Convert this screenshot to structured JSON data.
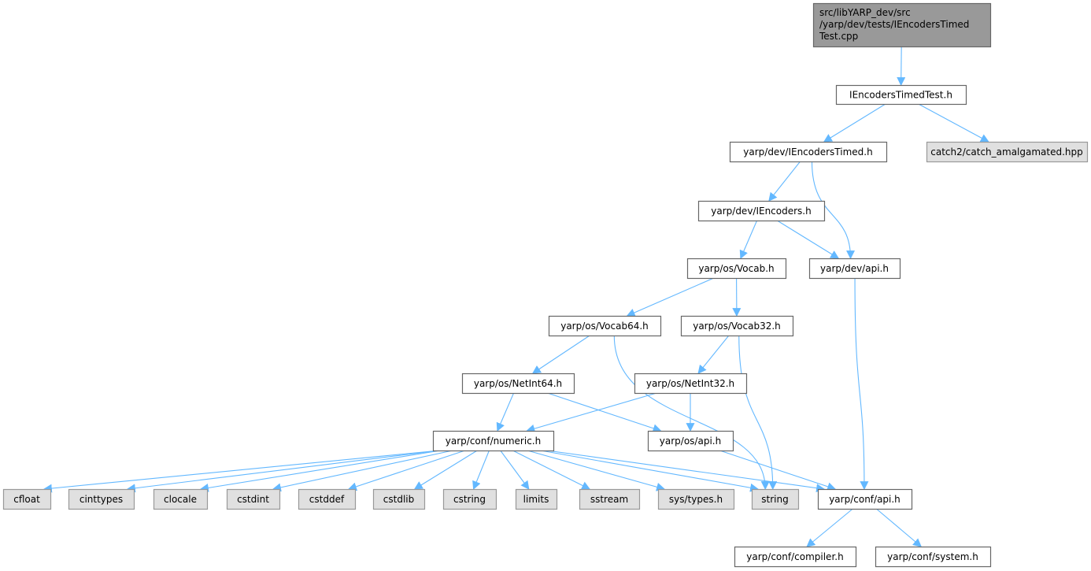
{
  "graph": {
    "title_lines": [
      "src/libYARP_dev/src",
      "/yarp/dev/tests/IEncodersTimed",
      "Test.cpp"
    ],
    "nodes": [
      {
        "id": "root",
        "label": "src/libYARP_dev/src/yarp/dev/tests/IEncodersTimedTest.cpp",
        "kind": "root"
      },
      {
        "id": "ietth",
        "label": "IEncodersTimedTest.h",
        "kind": "file"
      },
      {
        "id": "iet",
        "label": "yarp/dev/IEncodersTimed.h",
        "kind": "file"
      },
      {
        "id": "catch2",
        "label": "catch2/catch_amalgamated.hpp",
        "kind": "external"
      },
      {
        "id": "ienc",
        "label": "yarp/dev/IEncoders.h",
        "kind": "file"
      },
      {
        "id": "vocab",
        "label": "yarp/os/Vocab.h",
        "kind": "file"
      },
      {
        "id": "devapi",
        "label": "yarp/dev/api.h",
        "kind": "file"
      },
      {
        "id": "vocab64",
        "label": "yarp/os/Vocab64.h",
        "kind": "file"
      },
      {
        "id": "vocab32",
        "label": "yarp/os/Vocab32.h",
        "kind": "file"
      },
      {
        "id": "netint64",
        "label": "yarp/os/NetInt64.h",
        "kind": "file"
      },
      {
        "id": "netint32",
        "label": "yarp/os/NetInt32.h",
        "kind": "file"
      },
      {
        "id": "numeric",
        "label": "yarp/conf/numeric.h",
        "kind": "file"
      },
      {
        "id": "osapi",
        "label": "yarp/os/api.h",
        "kind": "file"
      },
      {
        "id": "cfloat",
        "label": "cfloat",
        "kind": "external"
      },
      {
        "id": "cinttypes",
        "label": "cinttypes",
        "kind": "external"
      },
      {
        "id": "clocale",
        "label": "clocale",
        "kind": "external"
      },
      {
        "id": "cstdint",
        "label": "cstdint",
        "kind": "external"
      },
      {
        "id": "cstddef",
        "label": "cstddef",
        "kind": "external"
      },
      {
        "id": "cstdlib",
        "label": "cstdlib",
        "kind": "external"
      },
      {
        "id": "cstring",
        "label": "cstring",
        "kind": "external"
      },
      {
        "id": "limits",
        "label": "limits",
        "kind": "external"
      },
      {
        "id": "sstream",
        "label": "sstream",
        "kind": "external"
      },
      {
        "id": "systypes",
        "label": "sys/types.h",
        "kind": "external"
      },
      {
        "id": "string",
        "label": "string",
        "kind": "external"
      },
      {
        "id": "confapi",
        "label": "yarp/conf/api.h",
        "kind": "file"
      },
      {
        "id": "compiler",
        "label": "yarp/conf/compiler.h",
        "kind": "file"
      },
      {
        "id": "system",
        "label": "yarp/conf/system.h",
        "kind": "file"
      }
    ],
    "edges": [
      [
        "root",
        "ietth"
      ],
      [
        "ietth",
        "iet"
      ],
      [
        "ietth",
        "catch2"
      ],
      [
        "iet",
        "ienc"
      ],
      [
        "iet",
        "devapi"
      ],
      [
        "ienc",
        "vocab"
      ],
      [
        "ienc",
        "devapi"
      ],
      [
        "vocab",
        "vocab64"
      ],
      [
        "vocab",
        "vocab32"
      ],
      [
        "vocab64",
        "netint64"
      ],
      [
        "vocab64",
        "string"
      ],
      [
        "vocab32",
        "netint32"
      ],
      [
        "vocab32",
        "string"
      ],
      [
        "netint64",
        "numeric"
      ],
      [
        "netint64",
        "osapi"
      ],
      [
        "netint32",
        "numeric"
      ],
      [
        "netint32",
        "osapi"
      ],
      [
        "numeric",
        "cfloat"
      ],
      [
        "numeric",
        "cinttypes"
      ],
      [
        "numeric",
        "clocale"
      ],
      [
        "numeric",
        "cstdint"
      ],
      [
        "numeric",
        "cstddef"
      ],
      [
        "numeric",
        "cstdlib"
      ],
      [
        "numeric",
        "cstring"
      ],
      [
        "numeric",
        "limits"
      ],
      [
        "numeric",
        "sstream"
      ],
      [
        "numeric",
        "systypes"
      ],
      [
        "numeric",
        "string"
      ],
      [
        "numeric",
        "confapi"
      ],
      [
        "osapi",
        "confapi"
      ],
      [
        "devapi",
        "confapi"
      ],
      [
        "confapi",
        "compiler"
      ],
      [
        "confapi",
        "system"
      ]
    ],
    "colors": {
      "edge": "#63b8ff",
      "root_fill": "#999999",
      "root_stroke": "#666666",
      "file_fill": "#ffffff",
      "file_stroke": "#666666",
      "external_fill": "#e0e0e0",
      "external_stroke": "#999999"
    }
  }
}
